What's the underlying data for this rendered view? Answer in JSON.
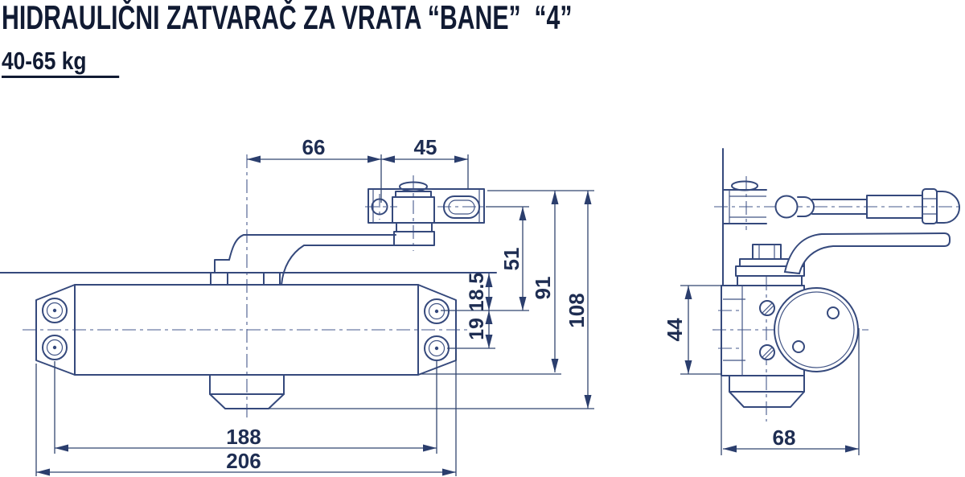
{
  "header": {
    "title": "HIDRAULIČNI ZATVARAČ ZA VRATA “BANE”  “4”",
    "weight_range": "40-65 kg"
  },
  "drawing": {
    "type": "technical-dimension-drawing",
    "product": "hydraulic door closer",
    "views": [
      "front",
      "side"
    ],
    "units": "mm",
    "front_view_dimensions": {
      "pinion_to_bracket_pivot": "66",
      "bracket_pivot_to_slot": "45",
      "bracket_to_top_hole": "51",
      "frame_line_to_top_hole": "18.5",
      "hole_row_spacing": "19",
      "bracket_to_body_bottom": "91",
      "bracket_to_valve_bottom": "108",
      "hole_span": "188",
      "overall_length": "206"
    },
    "side_view_dimensions": {
      "body_height": "44",
      "overall_depth": "68"
    }
  },
  "dims": {
    "d66": "66",
    "d45": "45",
    "d51": "51",
    "d18_5": "18.5",
    "d19": "19",
    "d91": "91",
    "d108": "108",
    "d188": "188",
    "d206": "206",
    "d44": "44",
    "d68": "68"
  },
  "colors": {
    "line": "#35497c",
    "dimension_text": "#1e2d52",
    "title_text": "#111b33",
    "background": "#ffffff"
  }
}
